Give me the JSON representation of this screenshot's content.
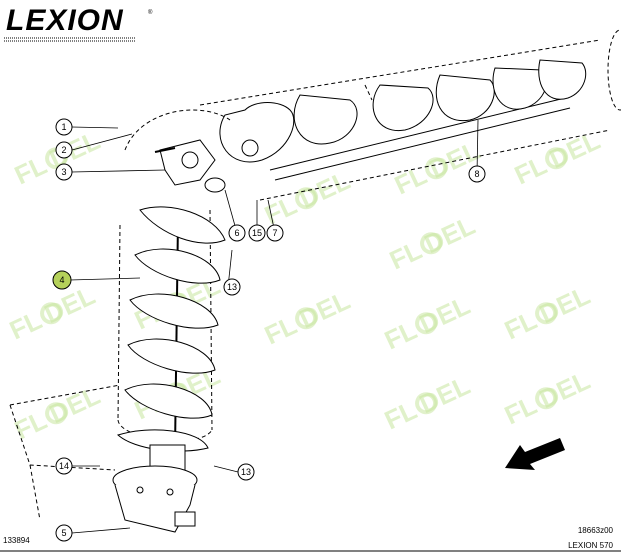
{
  "brand": {
    "logo": "LEXION",
    "registered_mark": "®"
  },
  "watermark": {
    "text": "FL DEL"
  },
  "callouts": [
    "1",
    "2",
    "3",
    "4",
    "5",
    "6",
    "7",
    "8",
    "13",
    "13",
    "14",
    "15"
  ],
  "footer": {
    "left_code": "133894",
    "drawing_ref": "18663z00",
    "model": "LEXION 570"
  },
  "colors": {
    "highlight": "#b5d15a",
    "watermark": "#c8e6a0",
    "line": "#000000"
  }
}
